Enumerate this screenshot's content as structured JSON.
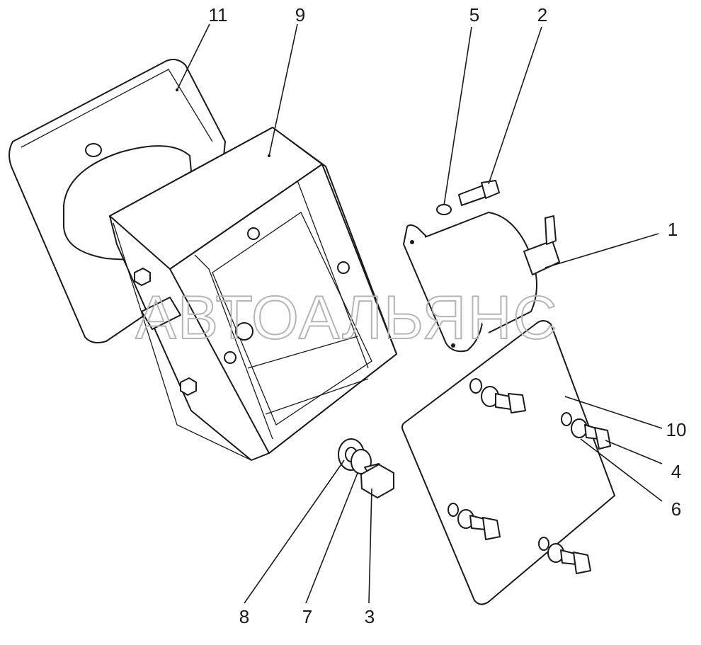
{
  "watermark": "АВТОАЛЬЯНС",
  "callouts": [
    {
      "id": "11",
      "label": "11"
    },
    {
      "id": "9",
      "label": "9"
    },
    {
      "id": "5",
      "label": "5"
    },
    {
      "id": "2",
      "label": "2"
    },
    {
      "id": "1",
      "label": "1"
    },
    {
      "id": "10",
      "label": "10"
    },
    {
      "id": "4",
      "label": "4"
    },
    {
      "id": "6",
      "label": "6"
    },
    {
      "id": "8",
      "label": "8"
    },
    {
      "id": "7",
      "label": "7"
    },
    {
      "id": "3",
      "label": "3"
    }
  ],
  "colors": {
    "line": "#1a1a1a",
    "watermark": "#b5b5b5",
    "background": "#ffffff"
  }
}
